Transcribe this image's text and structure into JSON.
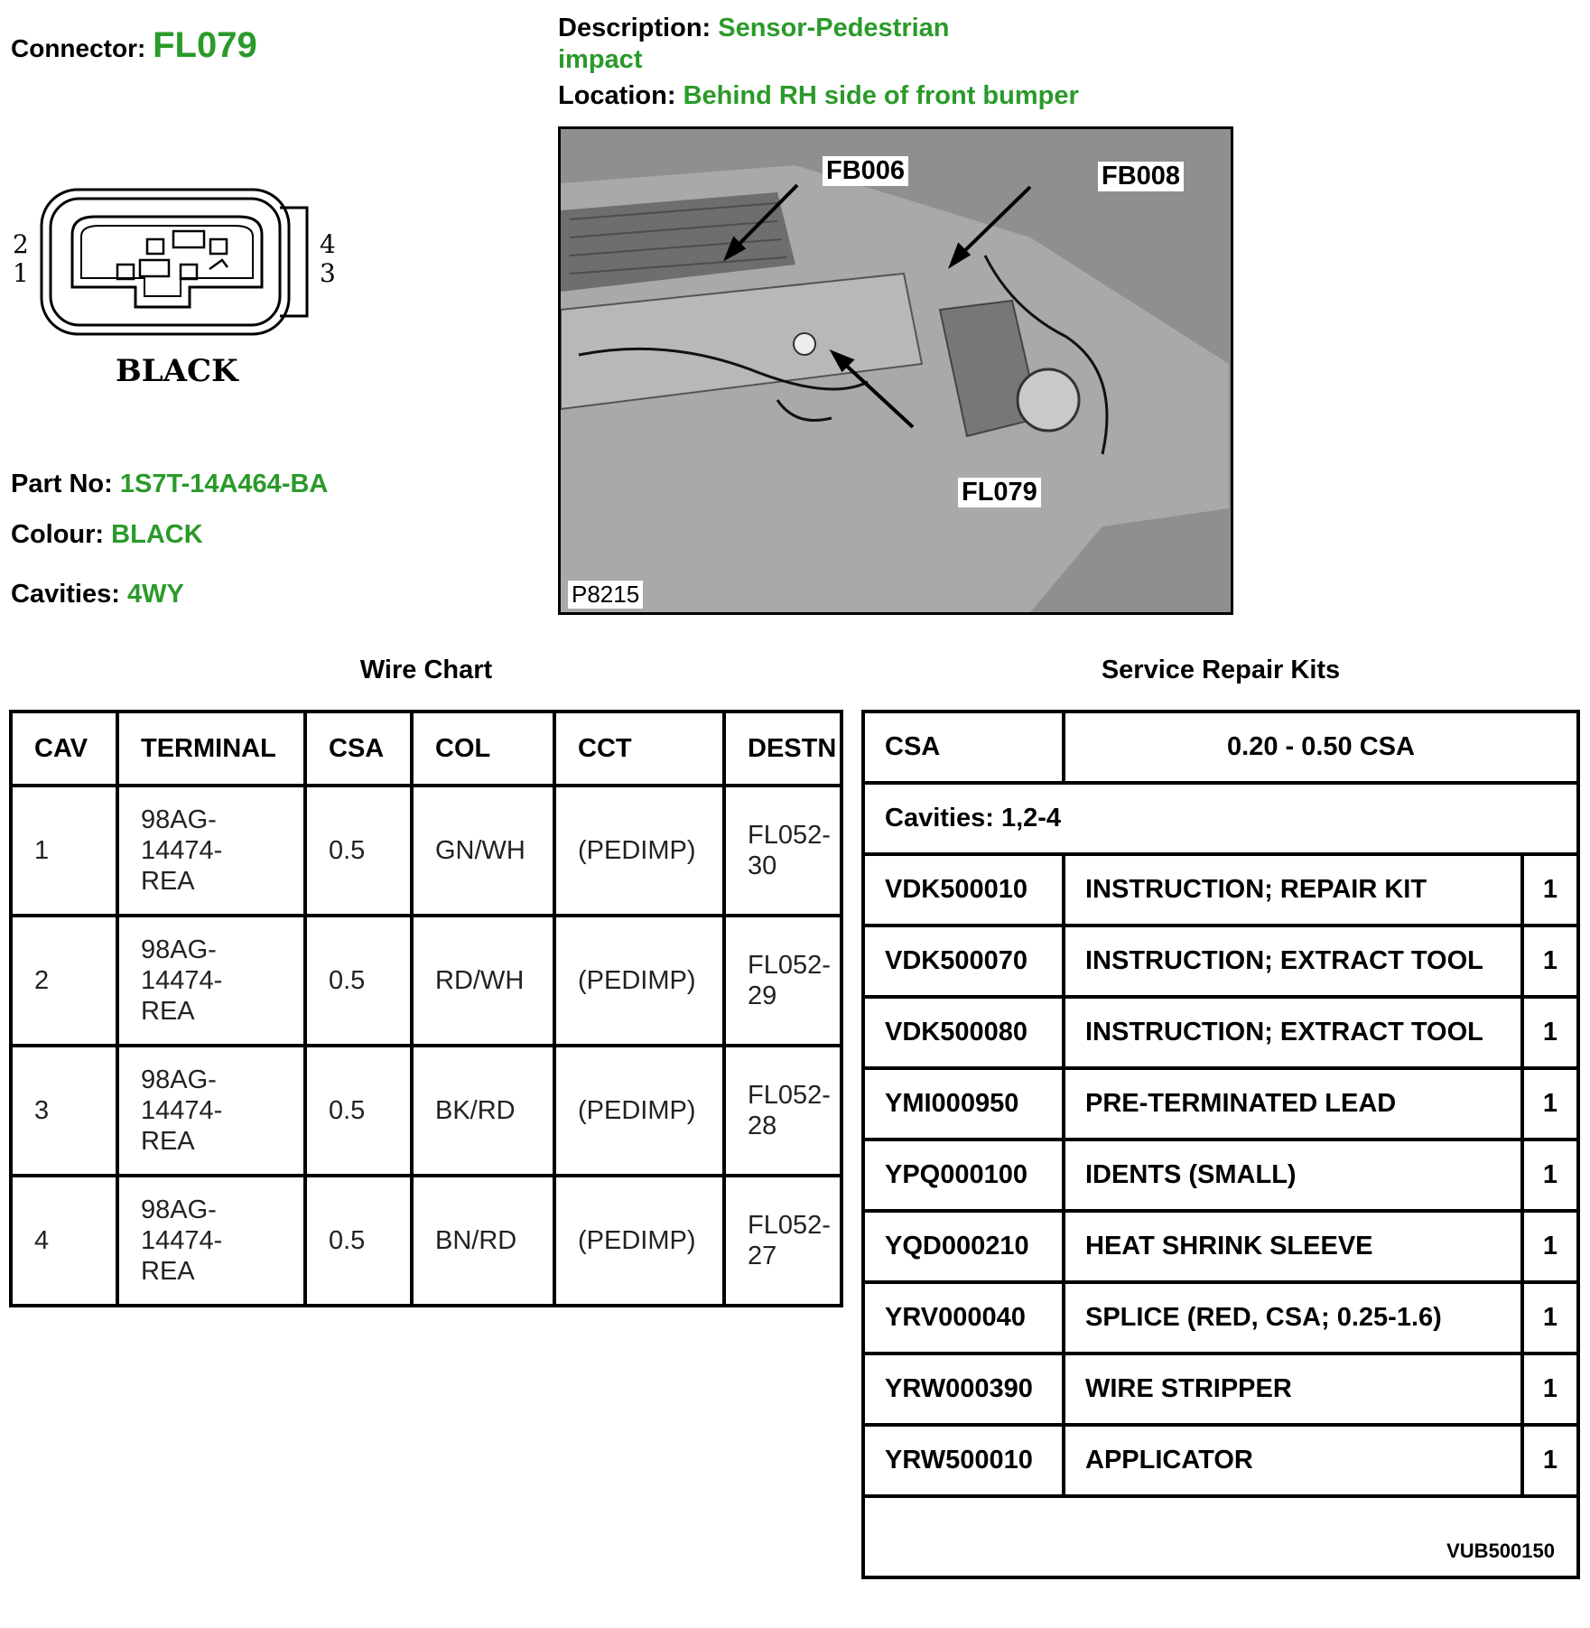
{
  "header": {
    "connector_label": "Connector:",
    "connector_value": "FL079",
    "description_label": "Description:",
    "description_value": "Sensor-Pedestrian impact",
    "location_label": "Location:",
    "location_value": "Behind RH side of front bumper"
  },
  "connector_drawing": {
    "color_text": "BLACK",
    "pin_labels": [
      "2",
      "1",
      "4",
      "3"
    ]
  },
  "info": {
    "part_label": "Part No:",
    "part_value": "1S7T-14A464-BA",
    "colour_label": "Colour:",
    "colour_value": "BLACK",
    "cavities_label": "Cavities:",
    "cavities_value": "4WY"
  },
  "photo": {
    "code": "P8215",
    "callouts": [
      "FB006",
      "FB008",
      "FL079"
    ]
  },
  "wire_chart": {
    "title": "Wire Chart",
    "columns": [
      "CAV",
      "TERMINAL",
      "CSA",
      "COL",
      "CCT",
      "DESTN"
    ],
    "rows": [
      {
        "cav": "1",
        "terminal": [
          "98AG-",
          "14474-",
          "REA"
        ],
        "csa": "0.5",
        "col": "GN/WH",
        "cct": "(PEDIMP)",
        "destn": [
          "FL052-",
          "30"
        ]
      },
      {
        "cav": "2",
        "terminal": [
          "98AG-",
          "14474-",
          "REA"
        ],
        "csa": "0.5",
        "col": "RD/WH",
        "cct": "(PEDIMP)",
        "destn": [
          "FL052-",
          "29"
        ]
      },
      {
        "cav": "3",
        "terminal": [
          "98AG-",
          "14474-",
          "REA"
        ],
        "csa": "0.5",
        "col": "BK/RD",
        "cct": "(PEDIMP)",
        "destn": [
          "FL052-",
          "28"
        ]
      },
      {
        "cav": "4",
        "terminal": [
          "98AG-",
          "14474-",
          "REA"
        ],
        "csa": "0.5",
        "col": "BN/RD",
        "cct": "(PEDIMP)",
        "destn": [
          "FL052-",
          "27"
        ]
      }
    ]
  },
  "repair_kits": {
    "title": "Service Repair Kits",
    "csa_label": "CSA",
    "csa_range": "0.20 - 0.50 CSA",
    "cavities": "Cavities: 1,2-4",
    "items": [
      {
        "code": "VDK500010",
        "desc": "INSTRUCTION; REPAIR KIT",
        "qty": "1"
      },
      {
        "code": "VDK500070",
        "desc": "INSTRUCTION; EXTRACT TOOL",
        "qty": "1"
      },
      {
        "code": "VDK500080",
        "desc": "INSTRUCTION; EXTRACT TOOL",
        "qty": "1"
      },
      {
        "code": "YMI000950",
        "desc": "PRE-TERMINATED LEAD",
        "qty": "1"
      },
      {
        "code": "YPQ000100",
        "desc": "IDENTS (SMALL)",
        "qty": "1"
      },
      {
        "code": "YQD000210",
        "desc": "HEAT SHRINK SLEEVE",
        "qty": "1"
      },
      {
        "code": "YRV000040",
        "desc": "SPLICE (RED, CSA; 0.25-1.6)",
        "qty": "1"
      },
      {
        "code": "YRW000390",
        "desc": "WIRE STRIPPER",
        "qty": "1"
      },
      {
        "code": "YRW500010",
        "desc": "APPLICATOR",
        "qty": "1"
      }
    ],
    "reference": "VUB500150"
  }
}
